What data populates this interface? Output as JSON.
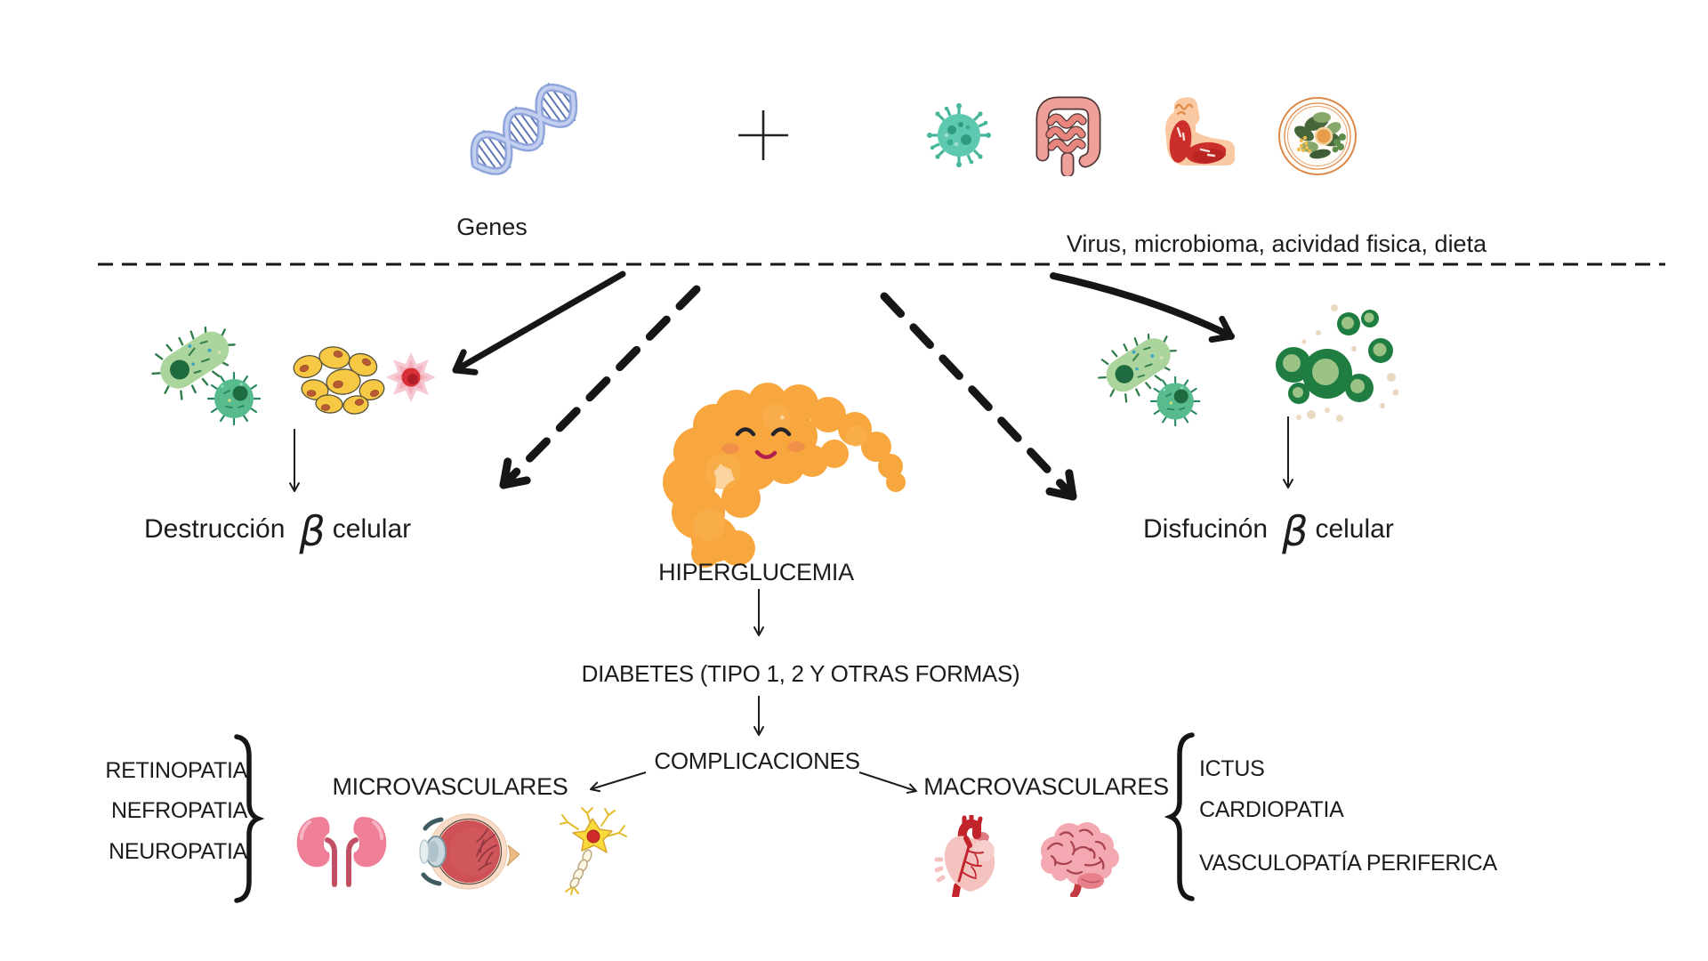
{
  "top": {
    "genes_label": "Genes",
    "plus_sign": "+",
    "environment_label": "Virus, microbioma, acividad fisica, dieta"
  },
  "left_pathway": {
    "label": "Destrucción",
    "beta": "β",
    "suffix": "celular"
  },
  "right_pathway": {
    "label": "Disfucinón",
    "beta": "β",
    "suffix": "celular"
  },
  "center_flow": {
    "hyperglycemia": "HIPERGLUCEMIA",
    "diabetes": "DIABETES (TIPO 1, 2 Y OTRAS FORMAS)",
    "complications": "COMPLICACIONES"
  },
  "microvascular": {
    "label": "MICROVASCULARES",
    "items": [
      "RETINOPATIA",
      "NEFROPATIA",
      "NEUROPATIA"
    ]
  },
  "macrovascular": {
    "label": "MACROVASCULARES",
    "items": [
      "ICTUS",
      "CARDIOPATIA",
      "VASCULOPATÍA PERIFERICA"
    ]
  },
  "icons": {
    "dna": "dna-helix",
    "plus": "plus-sign",
    "virus": "virus",
    "intestine": "gut-microbiome",
    "muscle": "physical-activity-arm",
    "plate": "diet-plate",
    "bacteria_left": "virus-bacteria-pair",
    "islet_cells": "beta-cell-islet-yellow",
    "immune_cell": "immune-cell",
    "bacteria_right": "virus-bacteria-pair",
    "dysfunctional_islet": "beta-cell-islet-green",
    "pancreas": "pancreas-happy",
    "kidneys": "kidneys",
    "eye": "eye-cross-section",
    "neuron": "neuron",
    "heart": "heart-anatomical",
    "brain": "brain"
  },
  "colors": {
    "background": "#ffffff",
    "text": "#1c1c1c",
    "line_black": "#161616",
    "dna_blue": "#8fa5dc",
    "virus_teal": "#5ec9b0",
    "intestine_pink": "#ef9d96",
    "muscle_red": "#cc2f2b",
    "skin": "#f8c9a2",
    "plate_orange": "#dd8849",
    "bacteria_green": "#abd59d",
    "bacteria_teal": "#57bb8e",
    "nucleus_green": "#1d6b3f",
    "islet_yellow": "#f6c844",
    "islet_nucleus": "#b85a35",
    "immune_pink": "#f6bfca",
    "immune_red": "#d92f36",
    "green_islet": "#1f7d41",
    "green_islet_inner": "#9cc386",
    "dot_beige": "#ead9c1",
    "pancreas_orange": "#f7a73e",
    "kidney_pink": "#ee7f96",
    "kidney_duct": "#c24e63",
    "eye_red": "#cd5156",
    "eye_rim": "#f8dcc7",
    "neuron_yellow": "#f9da3a",
    "neuron_nucleus": "#cf2b2b",
    "heart_pink": "#f4c3c0",
    "vessel_red": "#c2242c",
    "brain_pink": "#f4a9b2"
  }
}
